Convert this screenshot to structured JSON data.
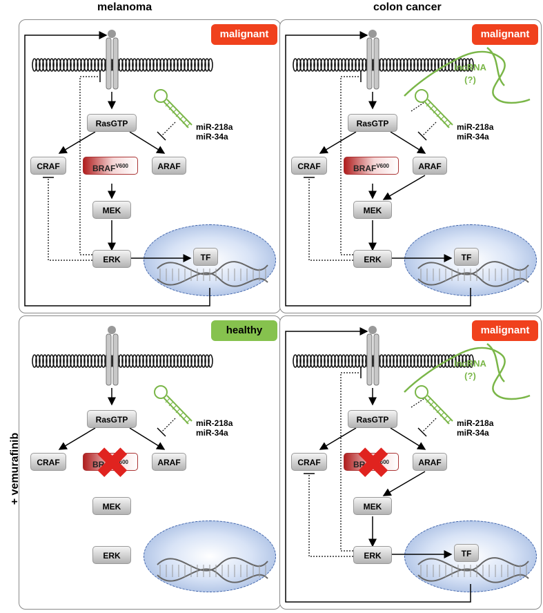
{
  "titles": {
    "col1": "melanoma",
    "col2": "colon cancer",
    "row2": "+ vemurafinib"
  },
  "colors": {
    "malignant": "#f0411d",
    "healthy": "#86c24e",
    "lncrna": "#7ab648",
    "inhibition_x": "#e0231f"
  },
  "panels": [
    {
      "status": "malignant",
      "mirna": [
        "miR-218a",
        "miR-34a"
      ]
    },
    {
      "status": "malignant",
      "mirna": [
        "miR-218a",
        "miR-34a"
      ],
      "lncrna": [
        "lncRNA",
        "(?)"
      ]
    },
    {
      "status": "healthy",
      "mirna": [
        "miR-218a",
        "miR-34a"
      ]
    },
    {
      "status": "malignant",
      "mirna": [
        "miR-218a",
        "miR-34a"
      ],
      "lncrna": [
        "lncRNA",
        "(?)"
      ]
    }
  ],
  "nodes": {
    "rasgtp": "RasGTP",
    "craf": "CRAF",
    "braf": "BRAF",
    "braf_sup": "V600",
    "araf": "ARAF",
    "mek": "MEK",
    "erk": "ERK",
    "tf": "TF"
  },
  "icons": [
    "receptor-icon",
    "membrane-icon",
    "mirna-hairpin-icon",
    "lncrna-icon",
    "dna-helix-icon",
    "inhibition-x-icon"
  ]
}
